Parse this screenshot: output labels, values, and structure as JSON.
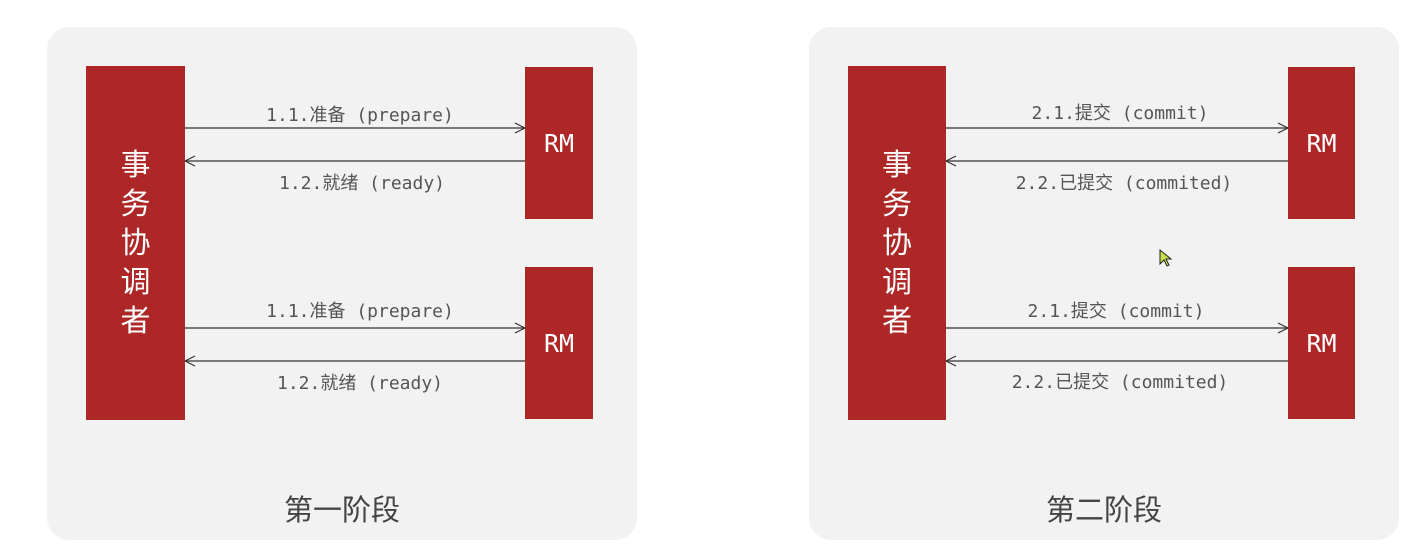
{
  "phases": [
    {
      "title": "第一阶段",
      "coordinator": "事务协调者",
      "rms": [
        {
          "label": "RM",
          "request": "1.1.准备 (prepare)",
          "response": "1.2.就绪 (ready)"
        },
        {
          "label": "RM",
          "request": "1.1.准备 (prepare)",
          "response": "1.2.就绪 (ready)"
        }
      ]
    },
    {
      "title": "第二阶段",
      "coordinator": "事务协调者",
      "rms": [
        {
          "label": "RM",
          "request": "2.1.提交 (commit)",
          "response": "2.2.已提交 (commited)"
        },
        {
          "label": "RM",
          "request": "2.1.提交 (commit)",
          "response": "2.2.已提交 (commited)"
        }
      ]
    }
  ],
  "colors": {
    "box": "#ad2727",
    "panel": "#f2f2f2",
    "arrow": "#333333"
  },
  "cursor": "mouse-pointer-icon"
}
